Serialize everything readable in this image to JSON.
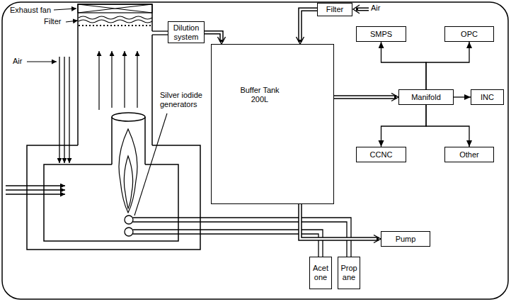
{
  "diagram": {
    "nodes": [
      {
        "text": [
          "Dilution system"
        ]
      },
      {
        "text": [
          "Filter"
        ]
      },
      {
        "text": [
          "Buffer Tank 200L"
        ]
      },
      {
        "text": [
          "SMPS"
        ]
      },
      {
        "text": [
          "OPC"
        ]
      },
      {
        "text": [
          "Manifold"
        ]
      },
      {
        "text": [
          "INC"
        ]
      },
      {
        "text": [
          "CCNC"
        ]
      },
      {
        "text": [
          "Other"
        ]
      },
      {
        "text": [
          "Pump"
        ]
      },
      {
        "text": [
          "Acet one"
        ]
      },
      {
        "text": [
          "Prop ane"
        ]
      }
    ],
    "edges": [
      {
        "from": 0,
        "to": 2,
        "arrow": "to"
      },
      {
        "from": 1,
        "to": 2,
        "arrow": "to"
      },
      {
        "from": 2,
        "to": 5,
        "arrow": "to"
      },
      {
        "from": 5,
        "to": 3,
        "arrow": "to"
      },
      {
        "from": 5,
        "to": 4,
        "arrow": "to"
      },
      {
        "from": 5,
        "to": 6,
        "arrow": "to"
      },
      {
        "from": 5,
        "to": 7,
        "arrow": "to"
      },
      {
        "from": 5,
        "to": 8,
        "arrow": "to"
      },
      {
        "from": 2,
        "to": 9,
        "arrow": "to"
      }
    ],
    "labels": [
      "Exhaust fan",
      "Filter",
      "Air",
      "Air",
      "Silver iodide generators"
    ]
  }
}
